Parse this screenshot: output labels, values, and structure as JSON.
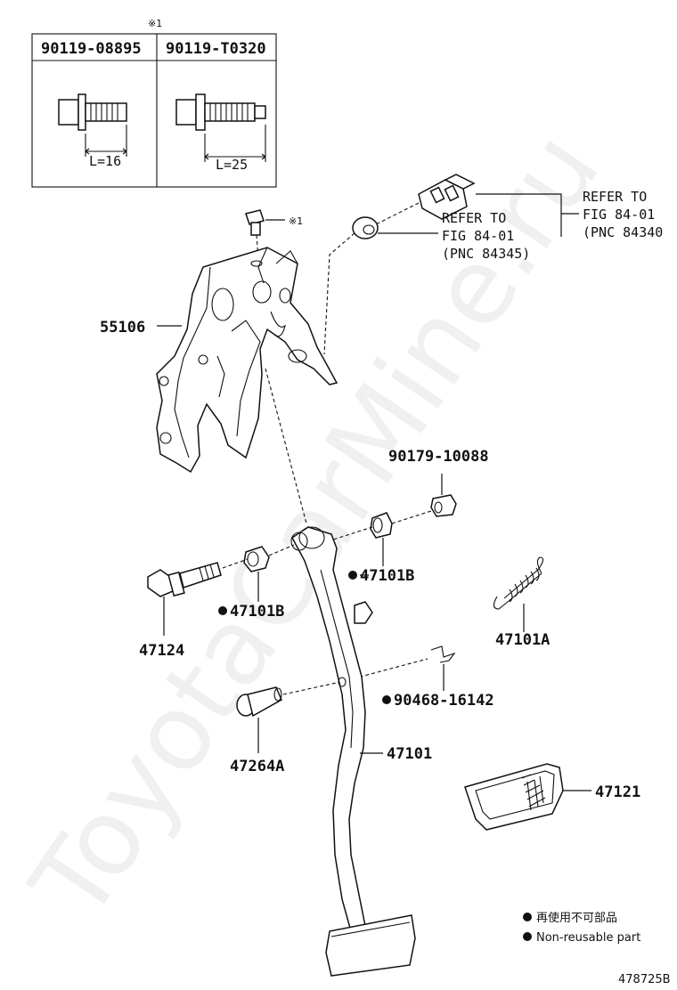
{
  "table": {
    "marker": "※1",
    "col1_header": "90119-08895",
    "col2_header": "90119-T0320",
    "col1_length": "L=16",
    "col2_length": "L=25"
  },
  "bolt_marker": "※1",
  "refer_switch": {
    "line1": "REFER TO",
    "line2": "FIG 84-01",
    "line3": "(PNC 84340"
  },
  "refer_cushion": {
    "line1": "REFER TO",
    "line2": "FIG 84-01",
    "line3": "(PNC 84345)"
  },
  "parts": {
    "bracket": "55106",
    "nut": "90179-10088",
    "bushing_right": "47101B",
    "bushing_left": "47101B",
    "bolt": "47124",
    "spring": "47101A",
    "clip": "90468-16142",
    "pin": "47264A",
    "pedal": "47101",
    "pad": "47121"
  },
  "legend": {
    "line1": "再使用不可部品",
    "line2": "Non-reusable part"
  },
  "diagram_code": "478725B",
  "watermark": "ToyotaCarMine.ru"
}
